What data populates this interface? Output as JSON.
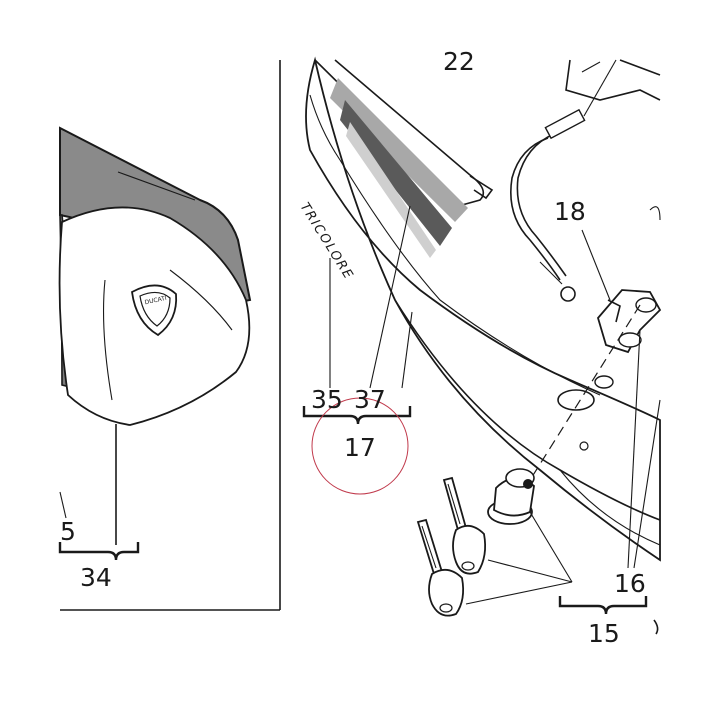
{
  "diagram": {
    "callouts": {
      "c22": "22",
      "c18": "18",
      "c35": "35",
      "c37": "37",
      "c17": "17",
      "c5": "5",
      "c34": "34",
      "c16": "16",
      "c15": "15"
    },
    "decal_text": "TRICOLORE",
    "logo_text": "DUCATI",
    "colors": {
      "line": "#1a1a1a",
      "seat_cover": "#8a8a8a",
      "stripe_light": "#a8a8a8",
      "stripe_dark": "#5a5a5a",
      "highlight_circle": "#c0394b"
    }
  }
}
